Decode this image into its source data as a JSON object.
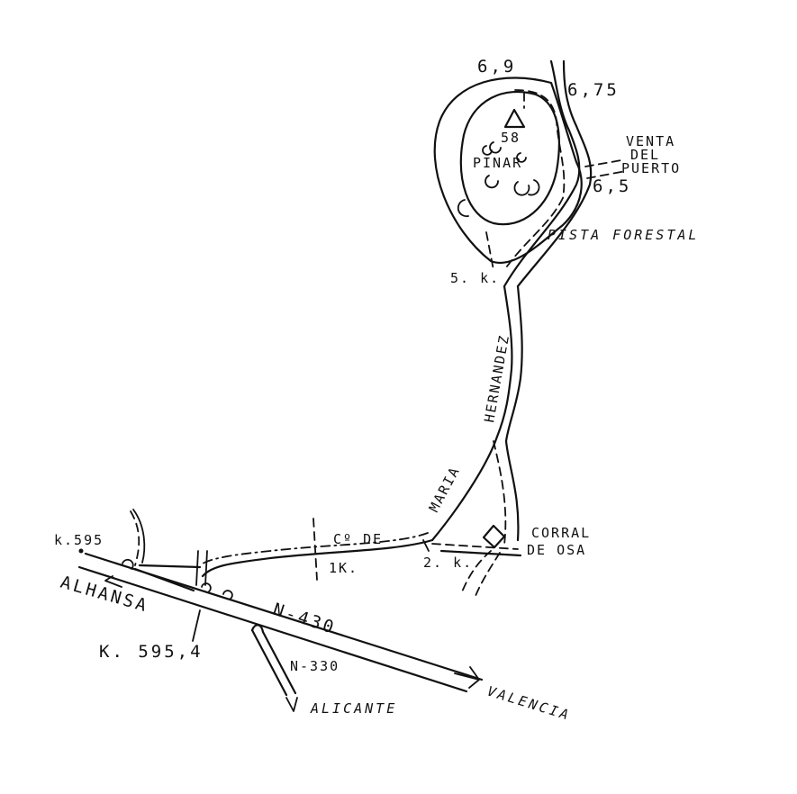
{
  "labels": {
    "peak_height": "6,9",
    "summit_mark": "58",
    "junction_km": "6,75",
    "venta_line1": "VENTA",
    "venta_line2": "DEL",
    "venta_line3": "PUERTO",
    "venta_km": "6,5",
    "pinar": "PINAR",
    "pista_forestal": "PISTA FORESTAL",
    "km5": "5. k.",
    "hernandez": "HERNANDEZ",
    "maria": "MARIA",
    "cno_de": "Cº DE",
    "corral_line1": "CORRAL",
    "corral_line2": "DE OSA",
    "km2": "2. k.",
    "km1": "1K.",
    "k595": "k.595",
    "alhansa": "ALHANSA",
    "k5954": "K. 595,4",
    "n430": "N-430",
    "n330": "N-330",
    "alicante": "ALICANTE",
    "valencia": "VALENCIA"
  }
}
